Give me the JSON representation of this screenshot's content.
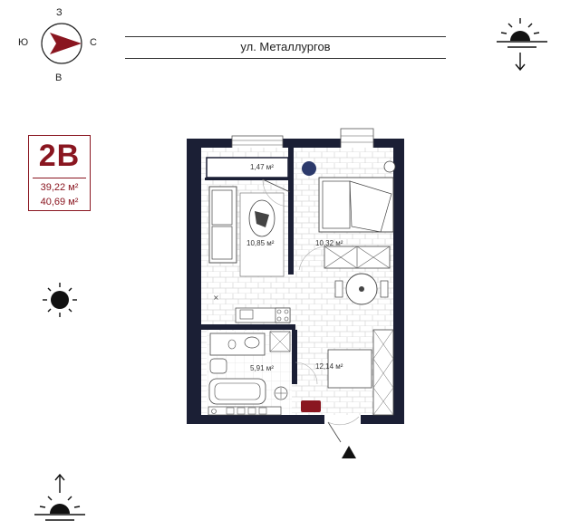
{
  "compass": {
    "north": "З",
    "west": "Ю",
    "east": "С",
    "south": "В",
    "needle_color": "#8a1620"
  },
  "street": {
    "name": "ул. Металлургов"
  },
  "apartment": {
    "code": "2В",
    "area_living": "39,22 м²",
    "area_total": "40,69 м²",
    "accent_color": "#8a1620"
  },
  "rooms": {
    "balcony_area": "1,47 м²",
    "living_area": "10,85 м²",
    "bedroom_area": "10,32 м²",
    "bathroom_area": "5,91 м²",
    "kitchen_area": "12,14 м²"
  },
  "icons": [
    "compass-icon",
    "sunset-icon",
    "sun-icon",
    "sunrise-icon",
    "entrance-arrow-icon"
  ]
}
